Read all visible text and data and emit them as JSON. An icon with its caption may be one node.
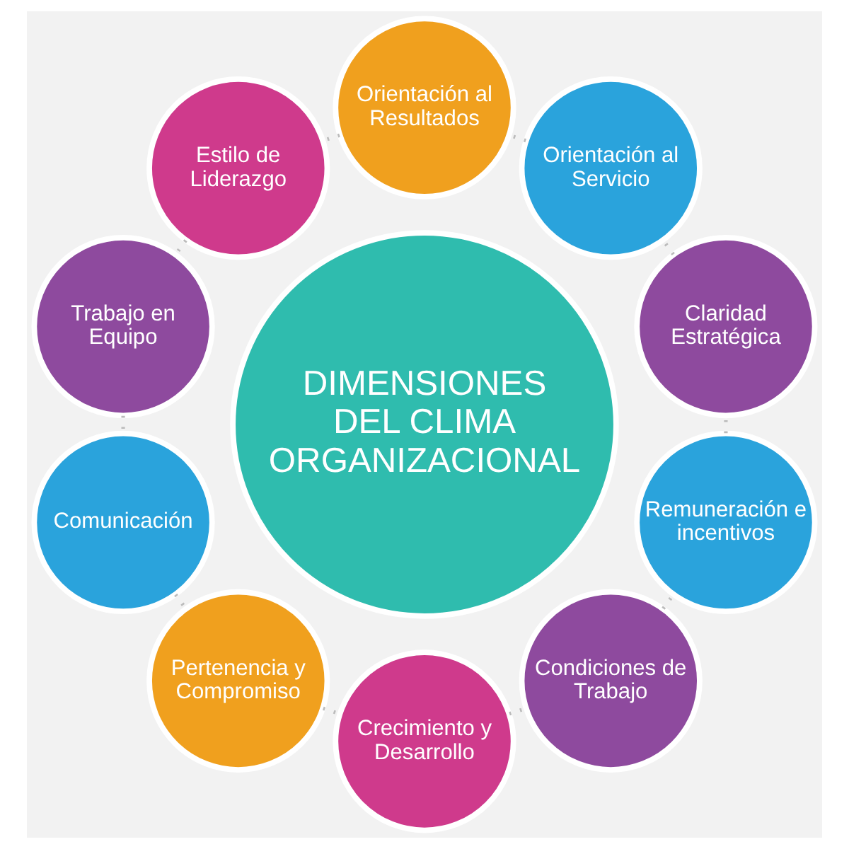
{
  "diagram": {
    "nodes": [
      {
        "text": [
          "DIMENSIONES",
          "DEL CLIMA ORGANIZACIONAL"
        ]
      },
      {
        "text": [
          "Claridad Estratégica"
        ]
      },
      {
        "text": [
          "Orientación al Servicio"
        ]
      },
      {
        "text": [
          "Orientación al Resultados"
        ]
      },
      {
        "text": [
          "Estilo de Liderazgo"
        ]
      },
      {
        "text": [
          "Trabajo en Equipo"
        ]
      },
      {
        "text": [
          "Comunicación"
        ]
      },
      {
        "text": [
          "Pertenencia y Compromiso"
        ]
      },
      {
        "text": [
          "Crecimiento y Desarrollo"
        ]
      },
      {
        "text": [
          "Condiciones de Trabajo"
        ]
      },
      {
        "text": [
          "Remuneración e incentivos"
        ]
      }
    ],
    "edges": [
      {
        "from": 1,
        "to": 2,
        "arrow": "none",
        "style": "dashed"
      },
      {
        "from": 2,
        "to": 3,
        "arrow": "none",
        "style": "dashed"
      },
      {
        "from": 3,
        "to": 4,
        "arrow": "none",
        "style": "dashed"
      },
      {
        "from": 4,
        "to": 5,
        "arrow": "none",
        "style": "dashed"
      },
      {
        "from": 5,
        "to": 6,
        "arrow": "none",
        "style": "dashed"
      },
      {
        "from": 6,
        "to": 7,
        "arrow": "none",
        "style": "dashed"
      },
      {
        "from": 7,
        "to": 8,
        "arrow": "none",
        "style": "dashed"
      },
      {
        "from": 8,
        "to": 9,
        "arrow": "none",
        "style": "dashed"
      },
      {
        "from": 9,
        "to": 10,
        "arrow": "none",
        "style": "dashed"
      },
      {
        "from": 10,
        "to": 1,
        "arrow": "none",
        "style": "dashed"
      }
    ]
  }
}
